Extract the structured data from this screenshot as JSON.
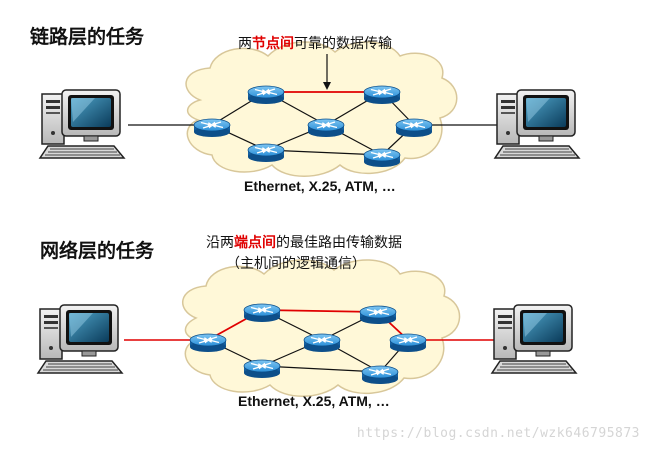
{
  "colors": {
    "highlight": "#e00000",
    "cloud_fill": "#fff8d8",
    "cloud_stroke": "#d8c79a",
    "router_blue": "#2a8fd8",
    "link_normal": "#111111",
    "link_path": "#e00000"
  },
  "link_layer": {
    "title": "链路层的任务",
    "caption_prefix": "两",
    "caption_highlight": "节点间",
    "caption_suffix": "可靠的数据传输",
    "network_label": "Ethernet, X.25, ATM, …"
  },
  "network_layer": {
    "title": "网络层的任务",
    "caption_prefix": "沿两",
    "caption_highlight": "端点间",
    "caption_suffix": "的最佳路由传输数据",
    "caption_line2": "（主机间的逻辑通信）",
    "network_label": "Ethernet, X.25, ATM, …"
  },
  "icons": [
    "computer-icon",
    "router-icon",
    "cloud-network"
  ],
  "watermark": "https://blog.csdn.net/wzk646795873"
}
